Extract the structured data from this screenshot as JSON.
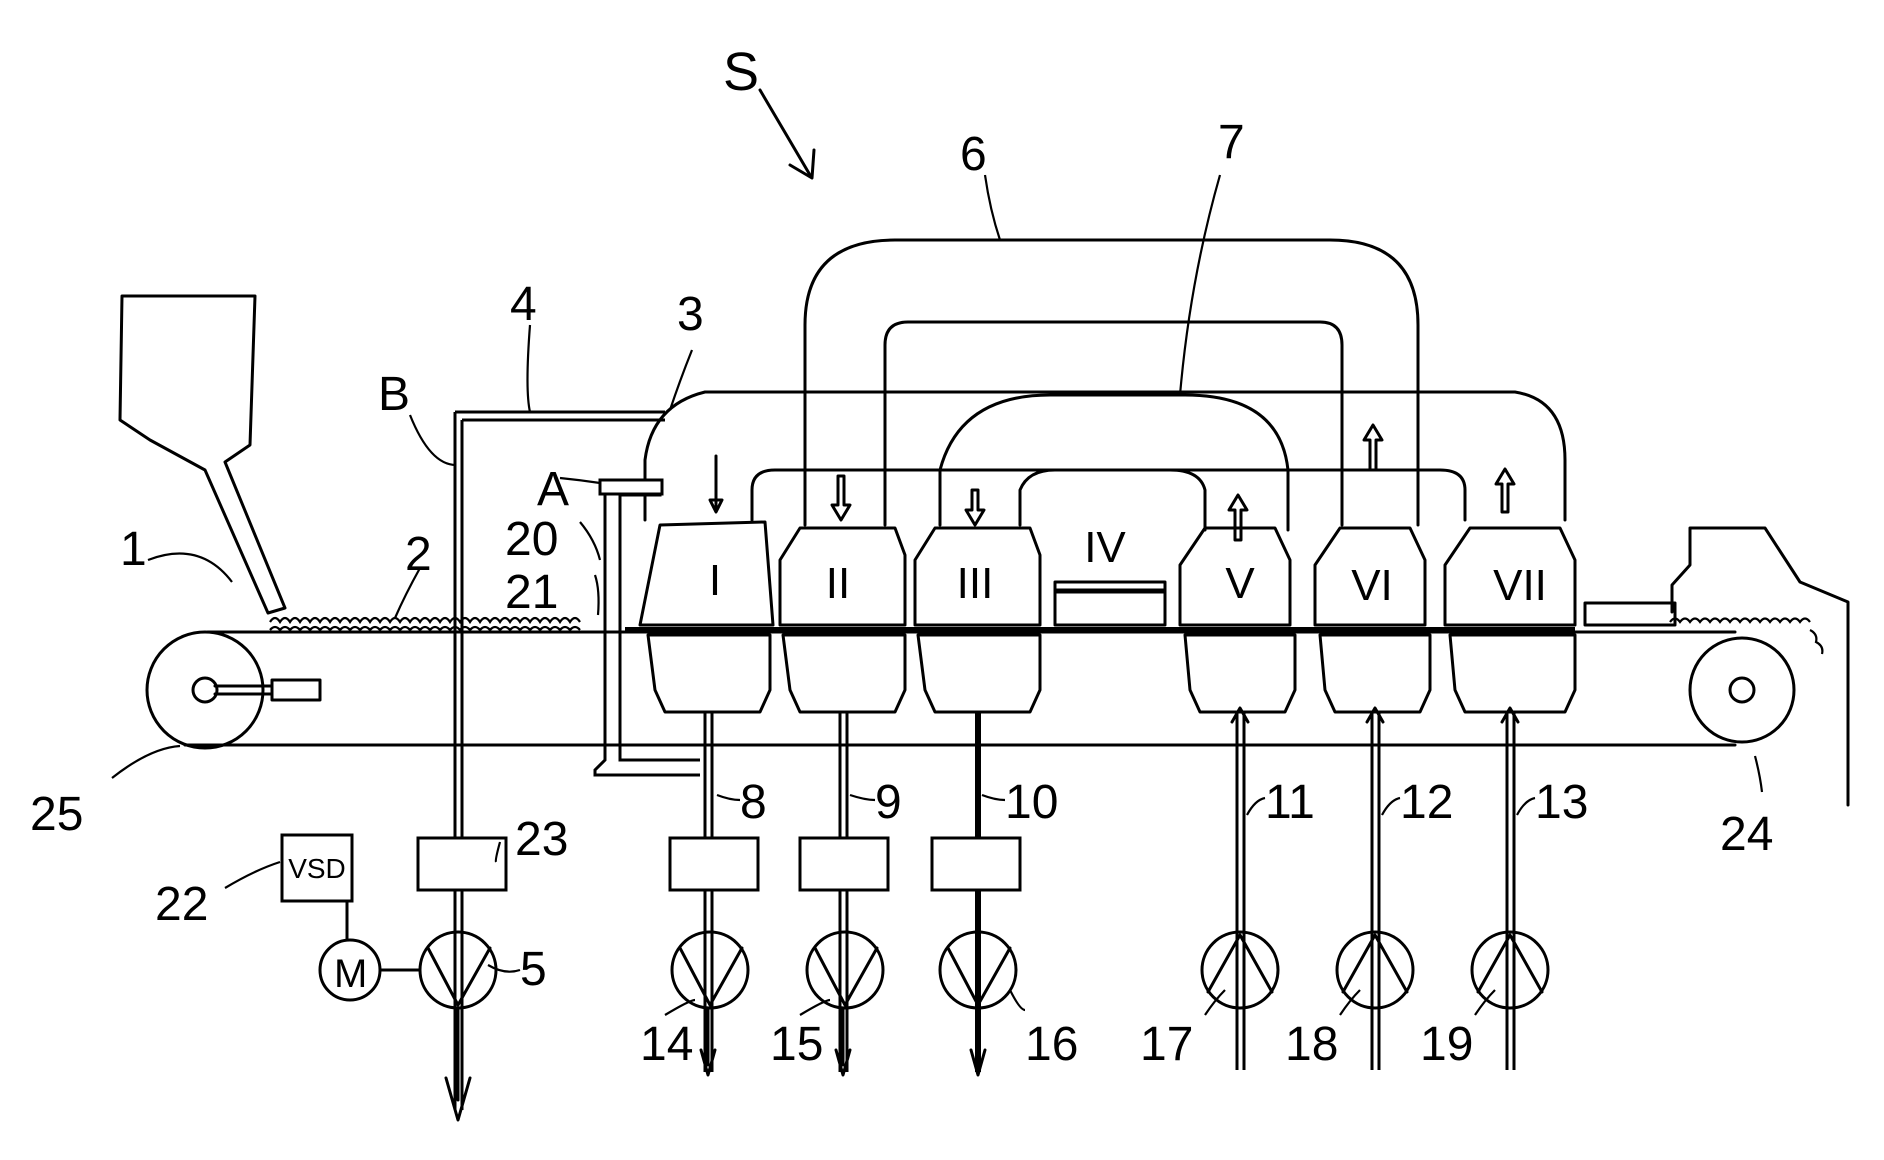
{
  "labels": {
    "S": "S",
    "n1": "1",
    "n2": "2",
    "n3": "3",
    "n4": "4",
    "n5": "5",
    "n6": "6",
    "n7": "7",
    "n8": "8",
    "n9": "9",
    "n10": "10",
    "n11": "11",
    "n12": "12",
    "n13": "13",
    "n14": "14",
    "n15": "15",
    "n16": "16",
    "n17": "17",
    "n18": "18",
    "n19": "19",
    "n20": "20",
    "n21": "21",
    "n22": "22",
    "n23": "23",
    "n24": "24",
    "n25": "25",
    "A": "A",
    "B": "B"
  },
  "zones": {
    "I": "I",
    "II": "II",
    "III": "III",
    "IV": "IV",
    "V": "V",
    "VI": "VI",
    "VII": "VII"
  },
  "devices": {
    "vsd": "VSD",
    "motor": "M"
  }
}
